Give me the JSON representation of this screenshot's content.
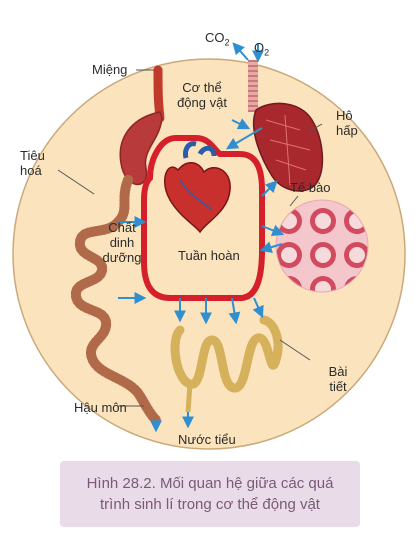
{
  "labels": {
    "co2": "CO",
    "co2_sub": "2",
    "o2": "O",
    "o2_sub": "2",
    "mieng": "Miệng",
    "co_the_1": "Cơ thể",
    "co_the_2": "động vật",
    "ho_hap_1": "Hô",
    "ho_hap_2": "hấp",
    "tieu_hoa_1": "Tiêu",
    "tieu_hoa_2": "hoá",
    "te_bao": "Tế bào",
    "chat_dd_1": "Chất",
    "chat_dd_2": "dinh",
    "chat_dd_3": "dưỡng",
    "tuan_hoan": "Tuần hoàn",
    "bai_tiet_1": "Bài",
    "bai_tiet_2": "tiết",
    "hau_mon": "Hậu môn",
    "nuoc_tieu": "Nước tiểu"
  },
  "caption": {
    "line1": "Hình 28.2. Mối quan hệ giữa các quá",
    "line2": "trình sinh lí trong cơ thể động vật"
  },
  "colors": {
    "body_fill": "#fbe3bd",
    "body_stroke": "#c9a97a",
    "circulation": "#d51f2a",
    "arrow": "#2f8fd0",
    "caption_bg": "#e9dce8",
    "caption_text": "#7a5a78"
  }
}
